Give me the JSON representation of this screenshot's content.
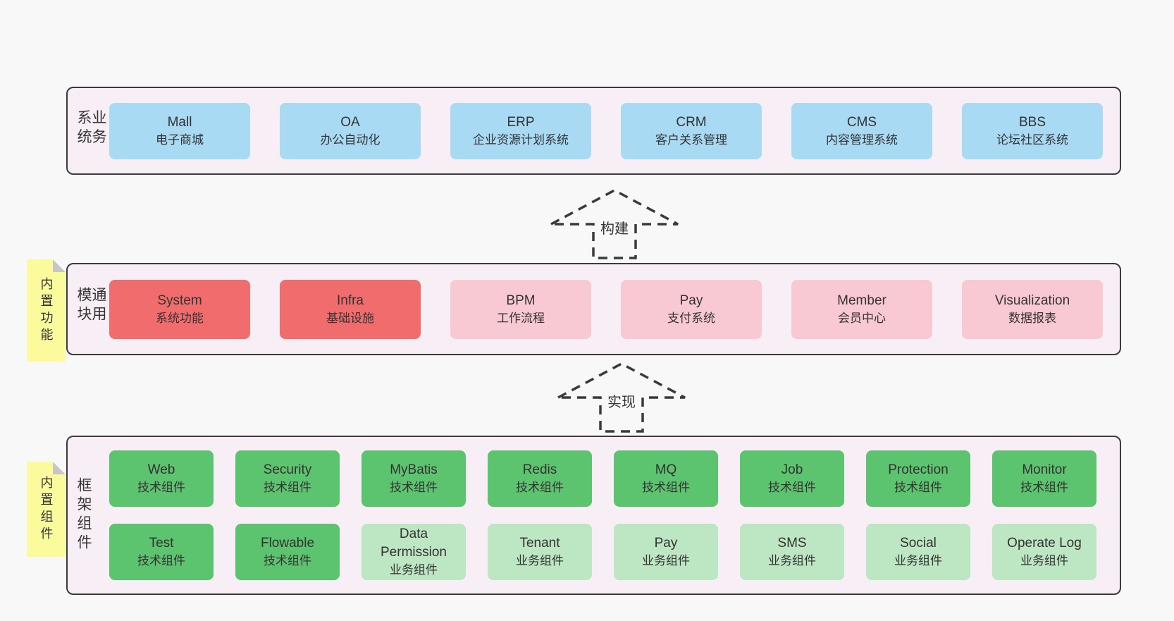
{
  "colors": {
    "page_bg": "#f8f8f8",
    "band_bg": "#f7eef6",
    "band_border": "#3b3b3b",
    "box_blue": "#a8daf4",
    "box_red": "#f16d6d",
    "box_pink": "#f9c9d3",
    "box_green": "#5cc36e",
    "box_light_green": "#bde6c3",
    "note_bg": "#fbfb9e",
    "note_fold": "#c6c6c6",
    "text": "#333333",
    "arrow": "#3a3a3a"
  },
  "bands": [
    {
      "label": "业务系统",
      "boxes": [
        {
          "name": "Mall",
          "desc": "电子商城"
        },
        {
          "name": "OA",
          "desc": "办公自动化"
        },
        {
          "name": "ERP",
          "desc": "企业资源计划系统"
        },
        {
          "name": "CRM",
          "desc": "客户关系管理"
        },
        {
          "name": "CMS",
          "desc": "内容管理系统"
        },
        {
          "name": "BBS",
          "desc": "论坛社区系统"
        }
      ]
    },
    {
      "label": "通用模块",
      "note": "内置功能",
      "boxes": [
        {
          "name": "System",
          "desc": "系统功能"
        },
        {
          "name": "Infra",
          "desc": "基础设施"
        },
        {
          "name": "BPM",
          "desc": "工作流程"
        },
        {
          "name": "Pay",
          "desc": "支付系统"
        },
        {
          "name": "Member",
          "desc": "会员中心"
        },
        {
          "name": "Visualization",
          "desc": "数据报表"
        }
      ]
    },
    {
      "label": "框架组件",
      "note": "内置组件",
      "row1": [
        {
          "name": "Web",
          "desc": "技术组件"
        },
        {
          "name": "Security",
          "desc": "技术组件"
        },
        {
          "name": "MyBatis",
          "desc": "技术组件"
        },
        {
          "name": "Redis",
          "desc": "技术组件"
        },
        {
          "name": "MQ",
          "desc": "技术组件"
        },
        {
          "name": "Job",
          "desc": "技术组件"
        },
        {
          "name": "Protection",
          "desc": "技术组件"
        },
        {
          "name": "Monitor",
          "desc": "技术组件"
        }
      ],
      "row2": [
        {
          "name": "Test",
          "desc": "技术组件"
        },
        {
          "name": "Flowable",
          "desc": "技术组件"
        },
        {
          "name": "Data Permission",
          "desc": "业务组件"
        },
        {
          "name": "Tenant",
          "desc": "业务组件"
        },
        {
          "name": "Pay",
          "desc": "业务组件"
        },
        {
          "name": "SMS",
          "desc": "业务组件"
        },
        {
          "name": "Social",
          "desc": "业务组件"
        },
        {
          "name": "Operate Log",
          "desc": "业务组件"
        }
      ]
    }
  ],
  "arrows": [
    {
      "label": "构建"
    },
    {
      "label": "实现"
    }
  ]
}
